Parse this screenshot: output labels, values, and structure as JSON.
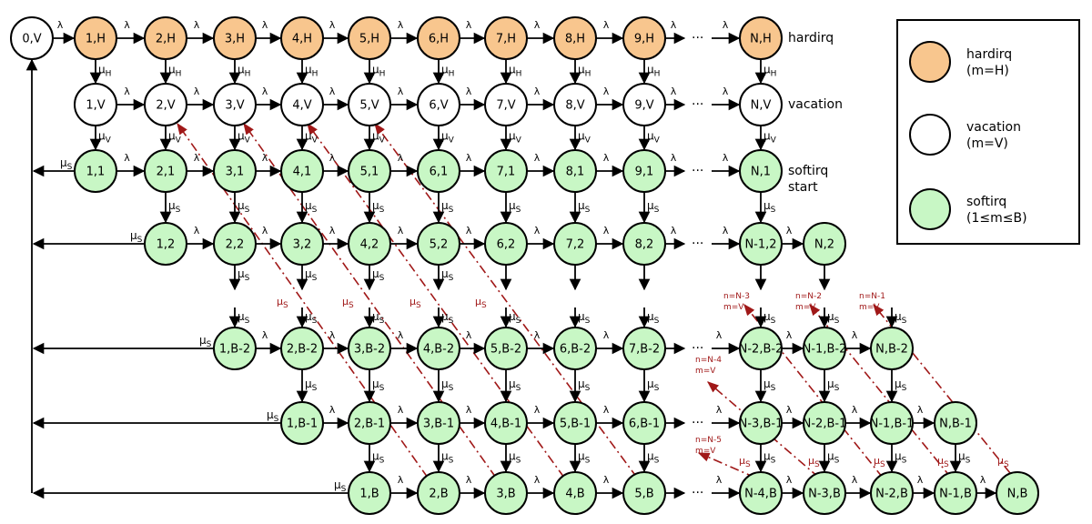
{
  "colors": {
    "hardirq": "#f8c68e",
    "vacation": "#ffffff",
    "softirq": "#c8f7c5",
    "red": "#a01818"
  },
  "symbols": {
    "lambda": "λ",
    "mu": "μ",
    "sub_H": "H",
    "sub_V": "V",
    "sub_S": "S",
    "dots": "···"
  },
  "nodes": {
    "start": "0,V",
    "hardirq": [
      "1,H",
      "2,H",
      "3,H",
      "4,H",
      "5,H",
      "6,H",
      "7,H",
      "8,H",
      "9,H",
      "N,H"
    ],
    "vacation": [
      "1,V",
      "2,V",
      "3,V",
      "4,V",
      "5,V",
      "6,V",
      "7,V",
      "8,V",
      "9,V",
      "N,V"
    ],
    "row_start": [
      "1,1",
      "2,1",
      "3,1",
      "4,1",
      "5,1",
      "6,1",
      "7,1",
      "8,1",
      "9,1",
      "N,1"
    ],
    "row_2": [
      "1,2",
      "2,2",
      "3,2",
      "4,2",
      "5,2",
      "6,2",
      "7,2",
      "8,2",
      "N-1,2",
      "N,2"
    ],
    "row_b2": [
      "1,B-2",
      "2,B-2",
      "3,B-2",
      "4,B-2",
      "5,B-2",
      "6,B-2",
      "7,B-2",
      "N-2,B-2",
      "N-1,B-2",
      "N,B-2"
    ],
    "row_b1": [
      "1,B-1",
      "2,B-1",
      "3,B-1",
      "4,B-1",
      "5,B-1",
      "6,B-1",
      "N-3,B-1",
      "N-2,B-1",
      "N-1,B-1",
      "N,B-1"
    ],
    "row_b": [
      "1,B",
      "2,B",
      "3,B",
      "4,B",
      "5,B",
      "N-4,B",
      "N-3,B",
      "N-2,B",
      "N-1,B",
      "N,B"
    ]
  },
  "row_labels": {
    "hardirq": "hardirq",
    "vacation": "vacation",
    "softirq_1": "softirq",
    "softirq_2": "start"
  },
  "red_labels": [
    [
      "n=N-3",
      "m=V"
    ],
    [
      "n=N-2",
      "m=V"
    ],
    [
      "n=N-1",
      "m=V"
    ],
    [
      "n=N-4",
      "m=V"
    ],
    [
      "n=N-5",
      "m=V"
    ]
  ],
  "legend": [
    {
      "label": "hardirq",
      "sub": "(m=H)"
    },
    {
      "label": "vacation",
      "sub": "(m=V)"
    },
    {
      "label": "softirq",
      "sub": "(1≤m≤B)"
    }
  ]
}
